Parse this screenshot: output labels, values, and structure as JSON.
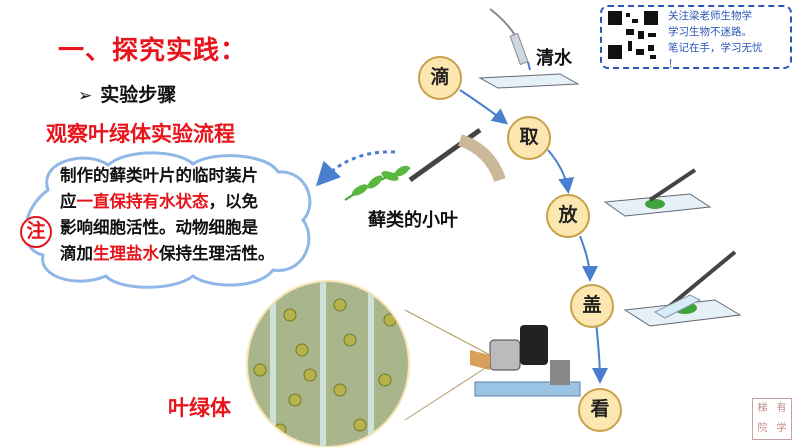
{
  "title": "一、探究实践：",
  "subtitle": {
    "arrow": "➢",
    "text": "实验步骤"
  },
  "flow_title": "观察叶绿体实验流程",
  "note": {
    "badge": "注",
    "line1": "制作的藓类叶片的临时装片",
    "line2_pre": "应",
    "line2_hl": "一直保持有水状态",
    "line2_post": "，以免",
    "line3": "影响细胞活性。动物细胞是",
    "line4_pre": "滴加",
    "line4_hl": "生理盐水",
    "line4_post": "保持生理活性。"
  },
  "steps": [
    "滴",
    "取",
    "放",
    "盖",
    "看"
  ],
  "labels": {
    "water": "清水",
    "moss": "藓类的小叶",
    "chloroplast": "叶绿体"
  },
  "qr_caption": {
    "line1": "关注梁老师生物学",
    "line2": "学习生物不迷路。",
    "line3": "笔记在手，学习无忧",
    "line4": "！"
  },
  "seal_chars": [
    "梯",
    "有",
    "院",
    "学"
  ],
  "colors": {
    "red": "#e8141c",
    "step_fill": "#fce7b0",
    "arrow_blue": "#4a7fd0",
    "leaf_green": "#3da33a"
  }
}
